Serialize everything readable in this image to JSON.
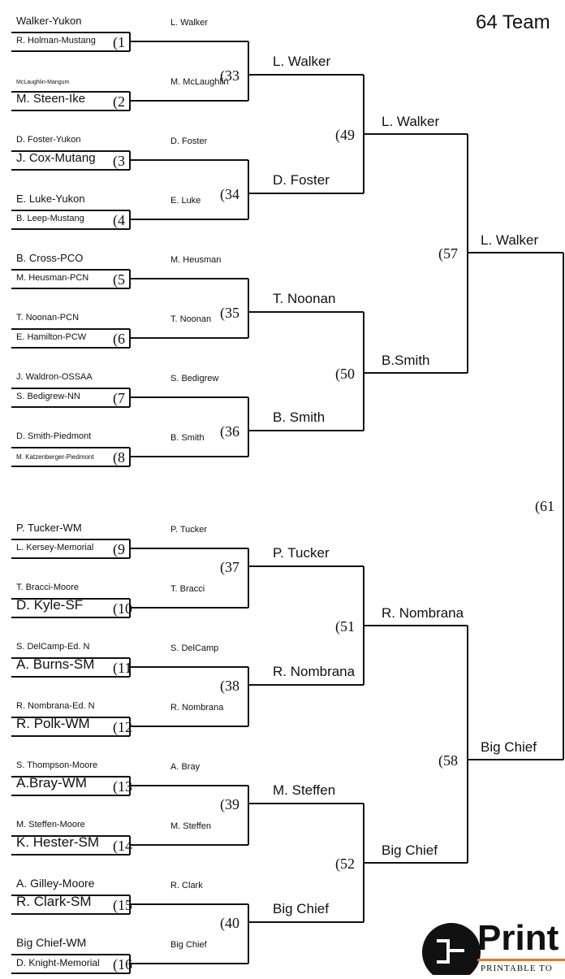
{
  "title": "64 Team",
  "round1": [
    {
      "a": "Walker-Yukon",
      "b": "R. Holman-Mustang",
      "num": "(1",
      "winner": "L. Walker"
    },
    {
      "a": "McLaughlin-Mangum",
      "b": "M. Steen-Ike",
      "num": "(2",
      "winner": "M. McLaughlin"
    },
    {
      "a": "D. Foster-Yukon",
      "b": "J. Cox-Mutang",
      "num": "(3",
      "winner": "D. Foster"
    },
    {
      "a": "E. Luke-Yukon",
      "b": "B. Leep-Mustang",
      "num": "(4",
      "winner": "E. Luke"
    },
    {
      "a": "B. Cross-PCO",
      "b": "M. Heusman-PCN",
      "num": "(5",
      "winner": "M. Heusman"
    },
    {
      "a": "T. Noonan-PCN",
      "b": "E. Hamilton-PCW",
      "num": "(6",
      "winner": "T. Noonan"
    },
    {
      "a": "J. Waldron-OSSAA",
      "b": "S. Bedigrew-NN",
      "num": "(7",
      "winner": "S. Bedigrew"
    },
    {
      "a": "D. Smith-Piedmont",
      "b": "M. Katzenberger-Piedmont",
      "num": "(8",
      "winner": "B. Smith"
    },
    {
      "a": "P. Tucker-WM",
      "b": "L. Kersey-Memorial",
      "num": "(9",
      "winner": "P. Tucker"
    },
    {
      "a": "T. Bracci-Moore",
      "b": "D. Kyle-SF",
      "num": "(10",
      "winner": "T. Bracci"
    },
    {
      "a": "S. DelCamp-Ed. N",
      "b": "A. Burns-SM",
      "num": "(11",
      "winner": "S. DelCamp"
    },
    {
      "a": "R. Nombrana-Ed. N",
      "b": "R. Polk-WM",
      "num": "(12",
      "winner": "R. Nombrana"
    },
    {
      "a": "S. Thompson-Moore",
      "b": "A.Bray-WM",
      "num": "(13",
      "winner": "A. Bray"
    },
    {
      "a": "M. Steffen-Moore",
      "b": "K. Hester-SM",
      "num": "(14",
      "winner": "M. Steffen"
    },
    {
      "a": "A. Gilley-Moore",
      "b": "R. Clark-SM",
      "num": "(15",
      "winner": "R. Clark"
    },
    {
      "a": "Big Chief-WM",
      "b": "D. Knight-Memorial",
      "num": "(16",
      "winner": "Big Chief"
    }
  ],
  "round2": [
    {
      "num": "(33",
      "winner": "L. Walker"
    },
    {
      "num": "(34",
      "winner": "D. Foster"
    },
    {
      "num": "(35",
      "winner": "T. Noonan"
    },
    {
      "num": "(36",
      "winner": "B. Smith"
    },
    {
      "num": "(37",
      "winner": "P. Tucker"
    },
    {
      "num": "(38",
      "winner": "R. Nombrana"
    },
    {
      "num": "(39",
      "winner": "M. Steffen"
    },
    {
      "num": "(40",
      "winner": "Big Chief"
    }
  ],
  "round3": [
    {
      "num": "(49",
      "winner": "L. Walker"
    },
    {
      "num": "(50",
      "winner": "B.Smith"
    },
    {
      "num": "(51",
      "winner": "R. Nombrana"
    },
    {
      "num": "(52",
      "winner": "Big Chief"
    }
  ],
  "round4": [
    {
      "num": "(57",
      "winner": "L. Walker"
    },
    {
      "num": "(58",
      "winner": "Big Chief"
    }
  ],
  "round5": [
    {
      "num": "(61"
    }
  ],
  "logo": {
    "name": "Print",
    "tagline": "PRINTABLE TO"
  }
}
